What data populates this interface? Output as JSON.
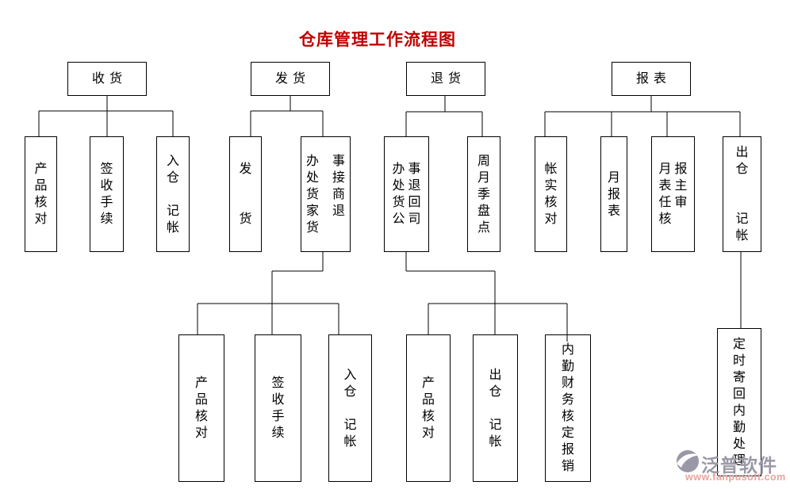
{
  "title": "仓库管理工作流程图",
  "colors": {
    "title": "#c00000",
    "line": "#000000",
    "watermark_gray": "#9a98a6",
    "watermark_link": "#e6a49e"
  },
  "nodes": {
    "receiving": "收货",
    "shipping": "发货",
    "returns": "退货",
    "reports": "报表",
    "recv_product_check": "产\n品\n核\n对",
    "recv_sign_procedure": "签\n收\n手\n续",
    "recv_warehouse_in": "入\n仓\n\n记\n帐",
    "ship_dispatch": "发\n\n\n货",
    "ship_office_handle": "办 事\n处 接\n货 商\n家 退\n货",
    "ret_office_return": "办 事\n处 退\n货 回\n公 司",
    "ret_inventory": "周\n月\n季\n盘\n点",
    "rep_account_check": "帐\n实\n核\n对",
    "rep_monthly": "月\n报\n表",
    "rep_review": "月 报\n表 主\n任 审\n核",
    "rep_warehouse_out": "出\n仓\n\n\n记\n帐",
    "ship_product_check": "产\n品\n核\n对",
    "ship_sign_procedure": "签\n收\n手\n续",
    "ship_warehouse_in": "入\n仓\n\n记\n帐",
    "ret_product_check": "产\n品\n核\n对",
    "ret_warehouse_out": "出\n仓\n\n记\n帐",
    "ret_finance_audit": "内\n勤\n财\n务\n核\n定\n报\n销",
    "rep_mail_back": "定\n时\n寄\n回\n内\n勤\n处\n理"
  },
  "hierarchy": [
    {
      "parent": "receiving",
      "children": [
        "recv_product_check",
        "recv_sign_procedure",
        "recv_warehouse_in"
      ]
    },
    {
      "parent": "shipping",
      "children": [
        "ship_dispatch",
        "ship_office_handle"
      ]
    },
    {
      "parent": "ship_office_handle",
      "children": [
        "ship_product_check",
        "ship_sign_procedure",
        "ship_warehouse_in"
      ]
    },
    {
      "parent": "returns",
      "children": [
        "ret_office_return",
        "ret_inventory"
      ]
    },
    {
      "parent": "ret_office_return",
      "children": [
        "ret_product_check",
        "ret_warehouse_out",
        "ret_finance_audit"
      ]
    },
    {
      "parent": "reports",
      "children": [
        "rep_account_check",
        "rep_monthly",
        "rep_review",
        "rep_warehouse_out"
      ]
    },
    {
      "parent": "rep_warehouse_out",
      "children": [
        "rep_mail_back"
      ]
    }
  ],
  "watermark": {
    "brand": "泛普软件",
    "url": "www.fanpusoft.com"
  }
}
